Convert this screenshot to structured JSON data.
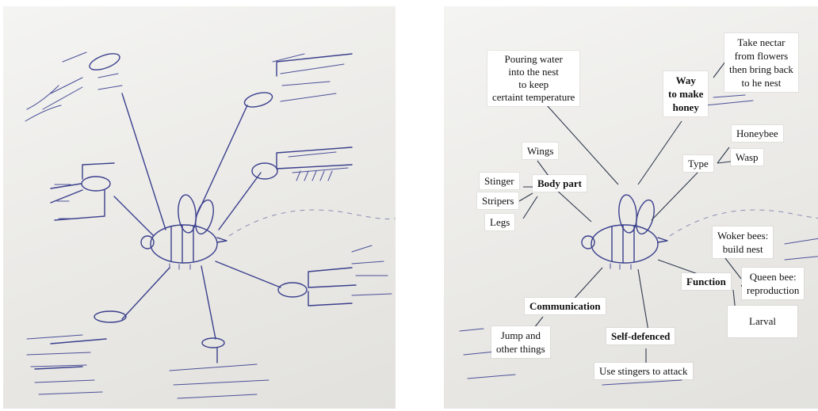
{
  "left_photo": {
    "description_name": "handwritten-mind-map-photo"
  },
  "right_photo": {
    "labels": {
      "pouring": [
        "Pouring water",
        "into the nest",
        "to keep",
        "certaint temperature"
      ],
      "way": [
        "Way",
        "to make",
        "honey"
      ],
      "nectar": [
        "Take nectar",
        "from flowers",
        "then bring back",
        "to he nest"
      ],
      "wings": "Wings",
      "stinger": "Stinger",
      "body_part": "Body part",
      "stripers": "Stripers",
      "legs": "Legs",
      "honeybee": "Honeybee",
      "type": "Type",
      "wasp": "Wasp",
      "woker": [
        "Woker bees:",
        "build nest"
      ],
      "function": "Function",
      "queen": [
        "Queen bee:",
        "reproduction"
      ],
      "larval": "Larval",
      "communication": "Communication",
      "jump": [
        "Jump and",
        "other things"
      ],
      "self_defenced": "Self-defenced",
      "stingers_attack": "Use stingers to attack"
    }
  }
}
